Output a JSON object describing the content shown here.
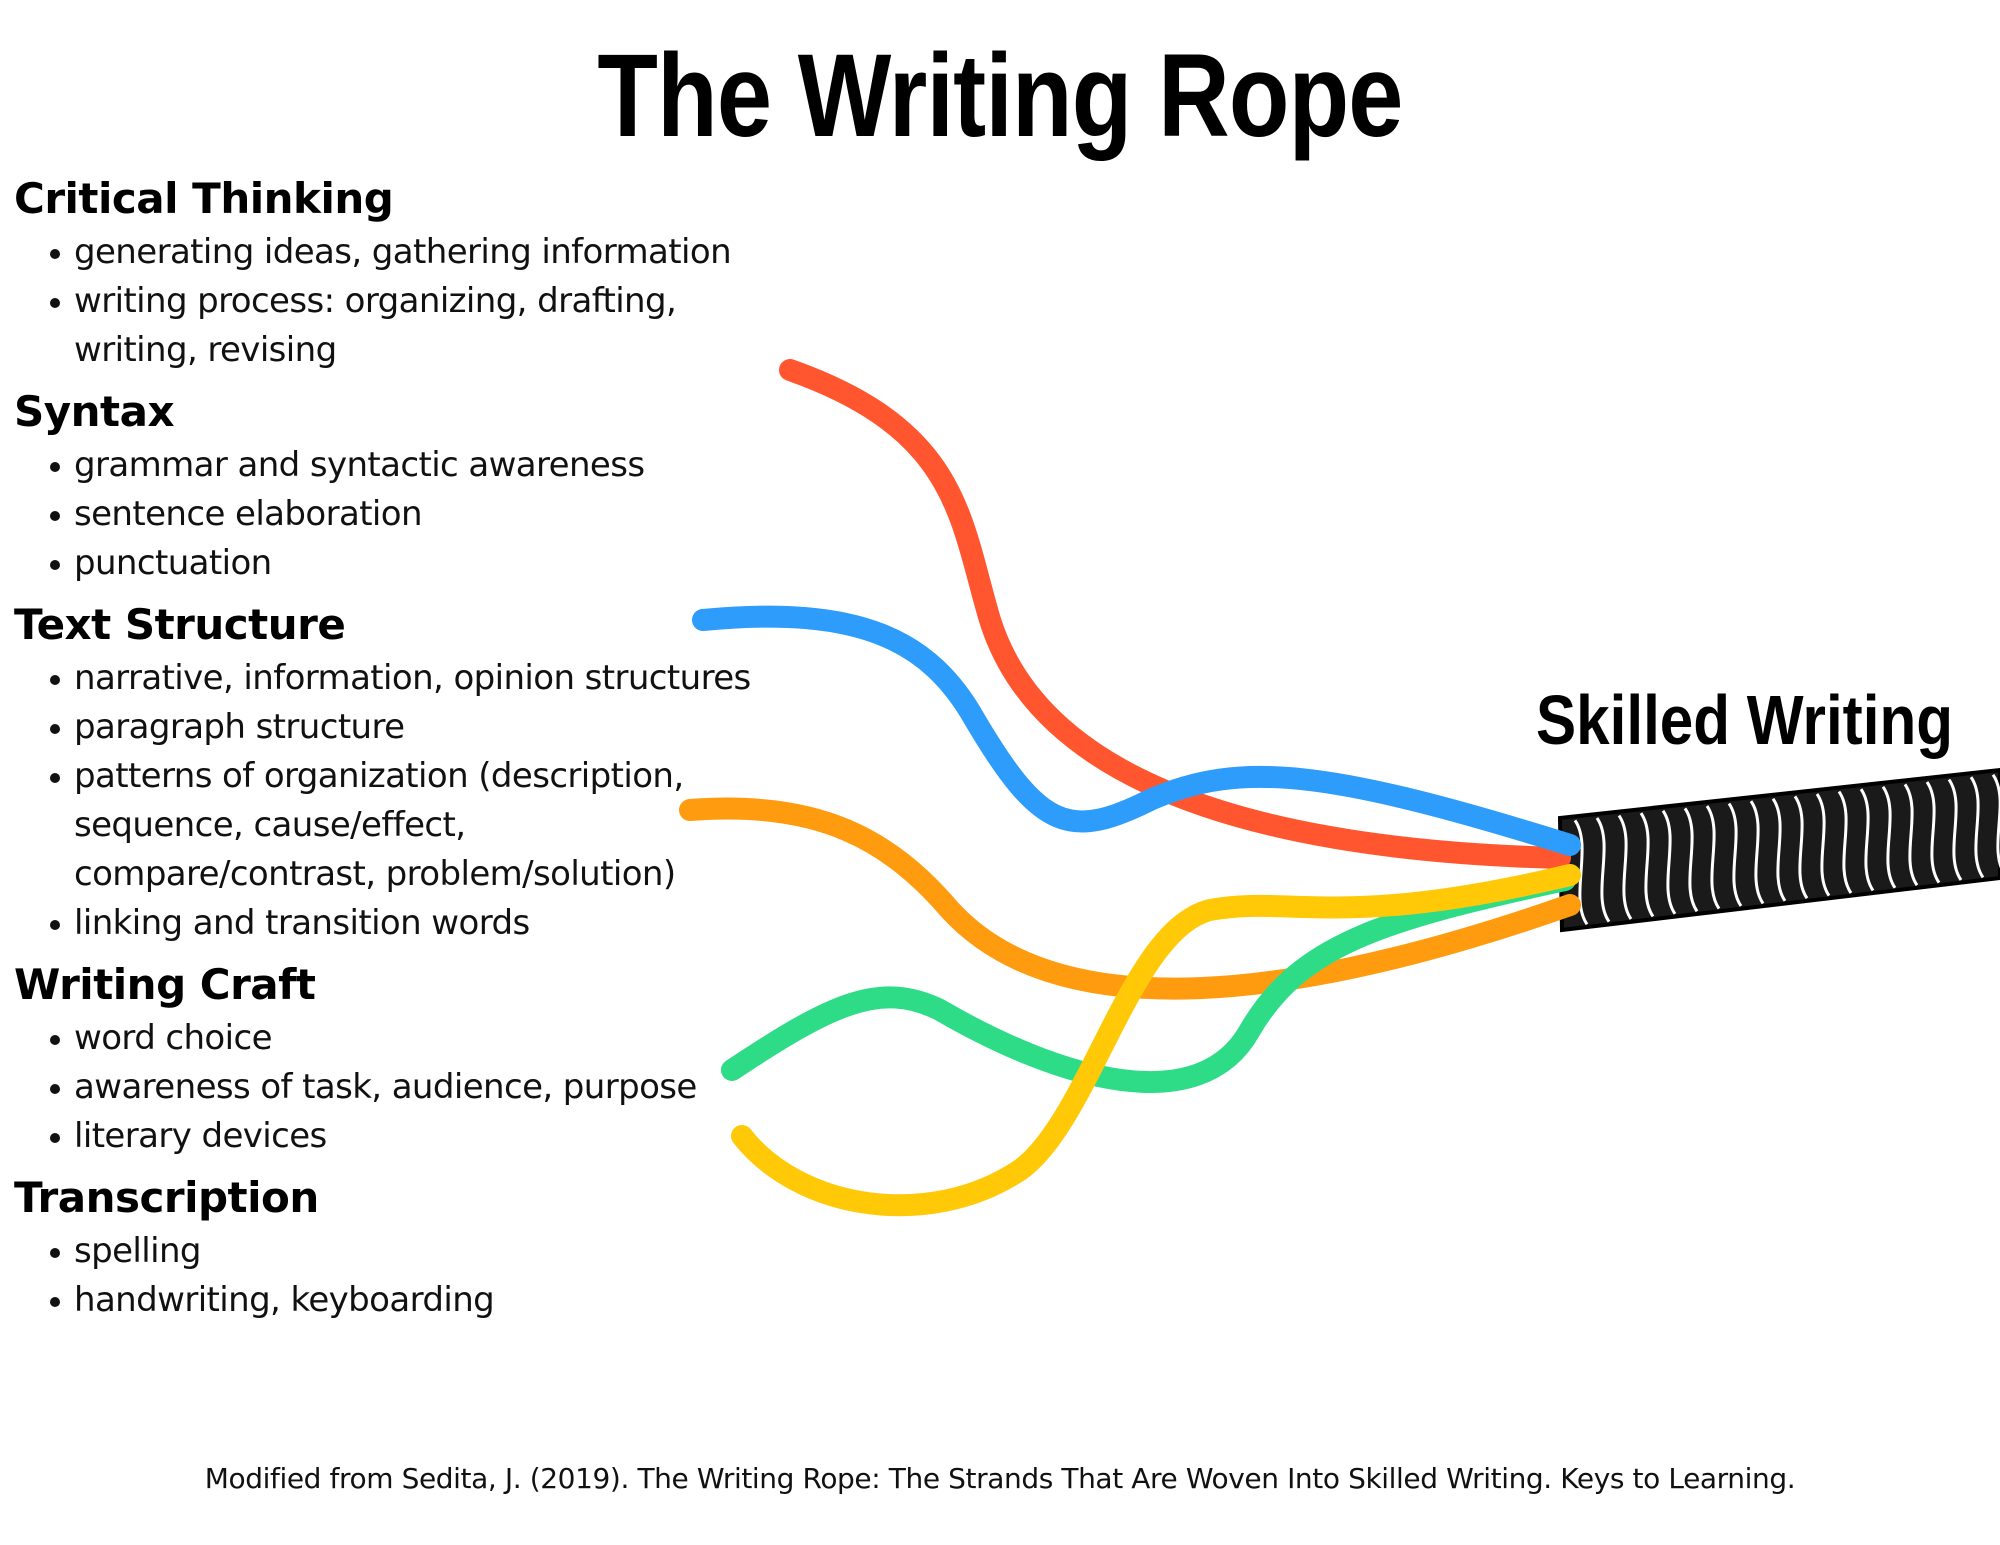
{
  "title": "The Writing Rope",
  "sections": [
    {
      "heading": "Critical Thinking",
      "items": [
        "generating ideas, gathering information",
        "writing process: organizing, drafting,",
        "writing, revising"
      ]
    },
    {
      "heading": "Syntax",
      "items": [
        "grammar and syntactic awareness",
        "sentence elaboration",
        "punctuation"
      ]
    },
    {
      "heading": "Text Structure",
      "items": [
        "narrative, information, opinion structures",
        "paragraph structure",
        "patterns of organization (description,",
        "sequence, cause/effect,",
        "compare/contrast, problem/solution)",
        "linking and transition words"
      ]
    },
    {
      "heading": "Writing Craft",
      "items": [
        "word choice",
        "awareness of task, audience, purpose",
        "literary devices"
      ]
    },
    {
      "heading": "Transcription",
      "items": [
        "spelling",
        "handwriting, keyboarding"
      ]
    }
  ],
  "continuation_lines": [
    2,
    3,
    4
  ],
  "result_label": "Skilled Writing",
  "strand_colors": [
    "#ff5630",
    "#2d9cfa",
    "#ff9b0f",
    "#2edc88",
    "#ffc908"
  ],
  "footer": "Modified from Sedita, J. (2019). The Writing Rope: The Strands That Are Woven Into Skilled Writing. Keys to Learning."
}
